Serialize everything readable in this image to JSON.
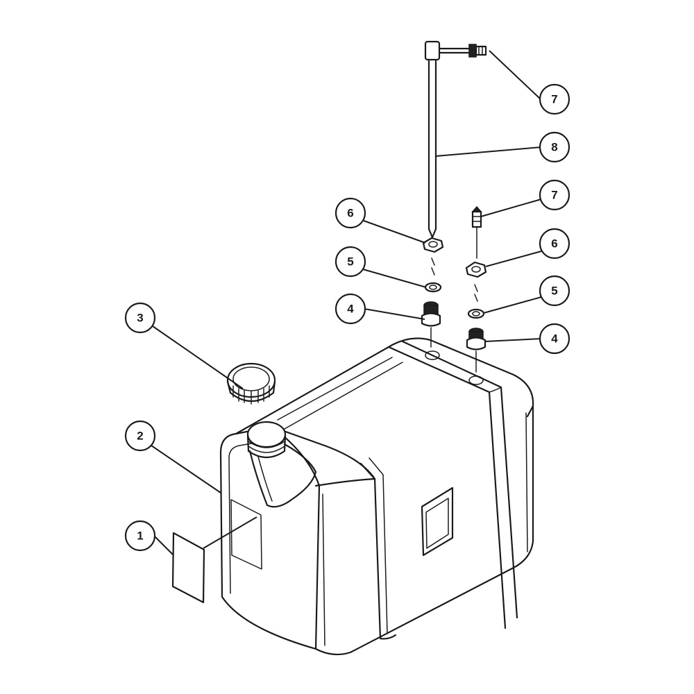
{
  "balloons": {
    "b1": "1",
    "b2": "2",
    "b3": "3",
    "b4_left": "4",
    "b4_right": "4",
    "b5_left": "5",
    "b5_right": "5",
    "b6_left": "6",
    "b6_right": "6",
    "b7_top": "7",
    "b7_right": "7",
    "b8": "8"
  }
}
